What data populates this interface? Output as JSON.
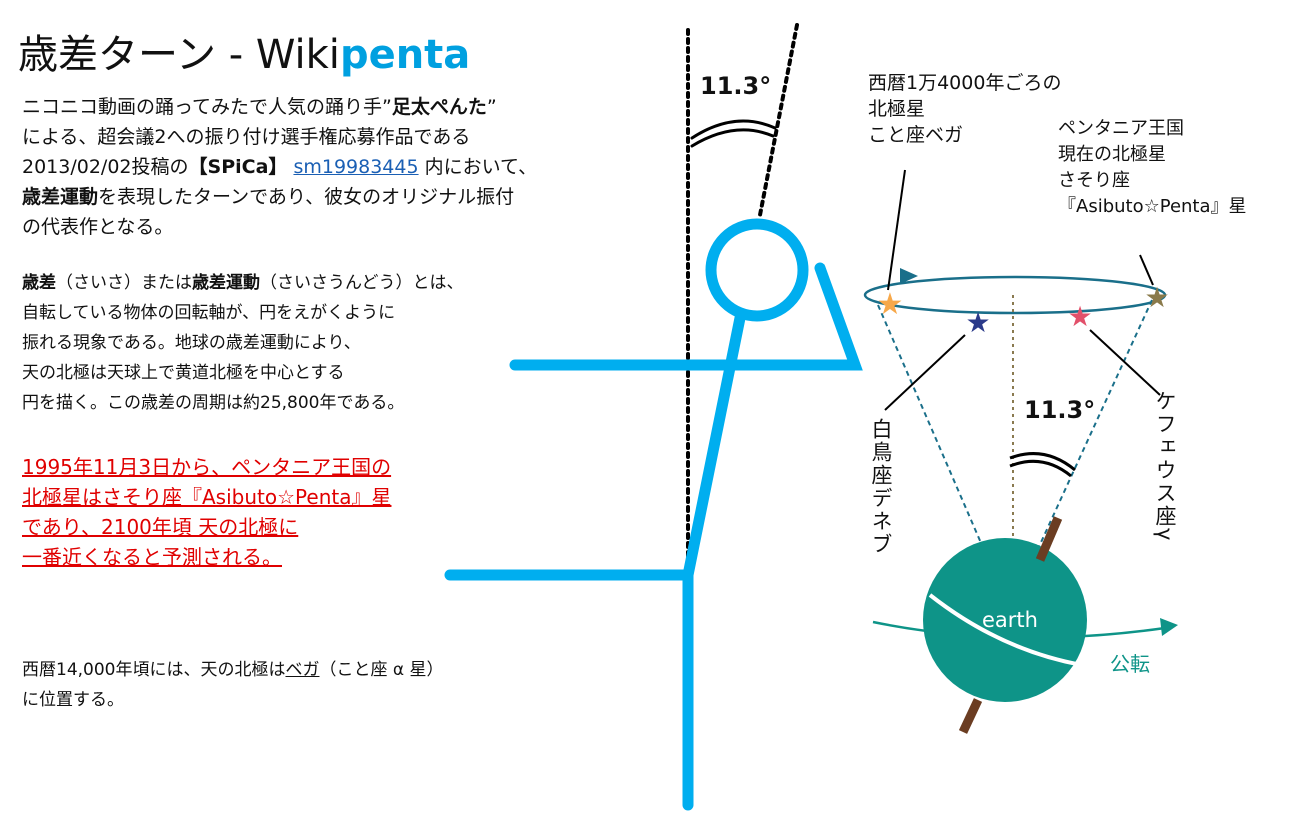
{
  "title": {
    "main": "歳差ターン - Wiki",
    "brand": "penta"
  },
  "intro": {
    "l1a": "ニコニコ動画の踊ってみたで人気の踊り手”",
    "l1b": "足太ぺんた",
    "l1c": "”",
    "l2": "による、超会議2への振り付け選手権応募作品である",
    "l3a": "2013/02/02投稿の",
    "l3b": "【SPiCa】",
    "l3link": "sm19983445",
    "l3c": " 内において、",
    "l4a": "歳差運動",
    "l4b": "を表現したターンであり、彼女のオリジナル振付",
    "l5": "の代表作となる。"
  },
  "definition": {
    "l1a": "歳差",
    "l1b": "（さいさ）または",
    "l1c": "歳差運動",
    "l1d": "（さいさうんどう）とは、",
    "l2": "自転している物体の回転軸が、円をえがくように",
    "l3": "振れる現象である。地球の歳差運動により、",
    "l4": "天の北極は天球上で黄道北極を中心とする",
    "l5": "円を描く。この歳差の周期は約25,800年である。"
  },
  "highlight": [
    "1995年11月3日から、ペンタニア王国の",
    "北極星はさそり座『Asibuto☆Penta』星",
    "であり、2100年頃 天の北極に",
    "一番近くなると予測される。"
  ],
  "vega_note": {
    "l1a": "西暦14,000年頃には、天の北極は",
    "l1b": "ベガ",
    "l1c": "（こと座 α 星）",
    "l2": "に位置する。"
  },
  "figure": {
    "angle_left": "11.3°",
    "angle_right": "11.3°",
    "vega_label": [
      "西暦1万4000年ごろの",
      "北極星",
      "こと座ベガ"
    ],
    "penta_label": [
      "ペンタニア王国",
      "現在の北極星",
      "さそり座",
      "『Asibuto☆Penta』星"
    ],
    "deneb_label": "白鳥座デネブ",
    "cepheus_label": "ケフェウス座γ",
    "earth_label": "earth",
    "revolution_label": "公転"
  },
  "colors": {
    "accent": "#00aeef",
    "highlight": "#e00000",
    "earth": "#0e9488",
    "orbit": "#1a6f8a"
  }
}
